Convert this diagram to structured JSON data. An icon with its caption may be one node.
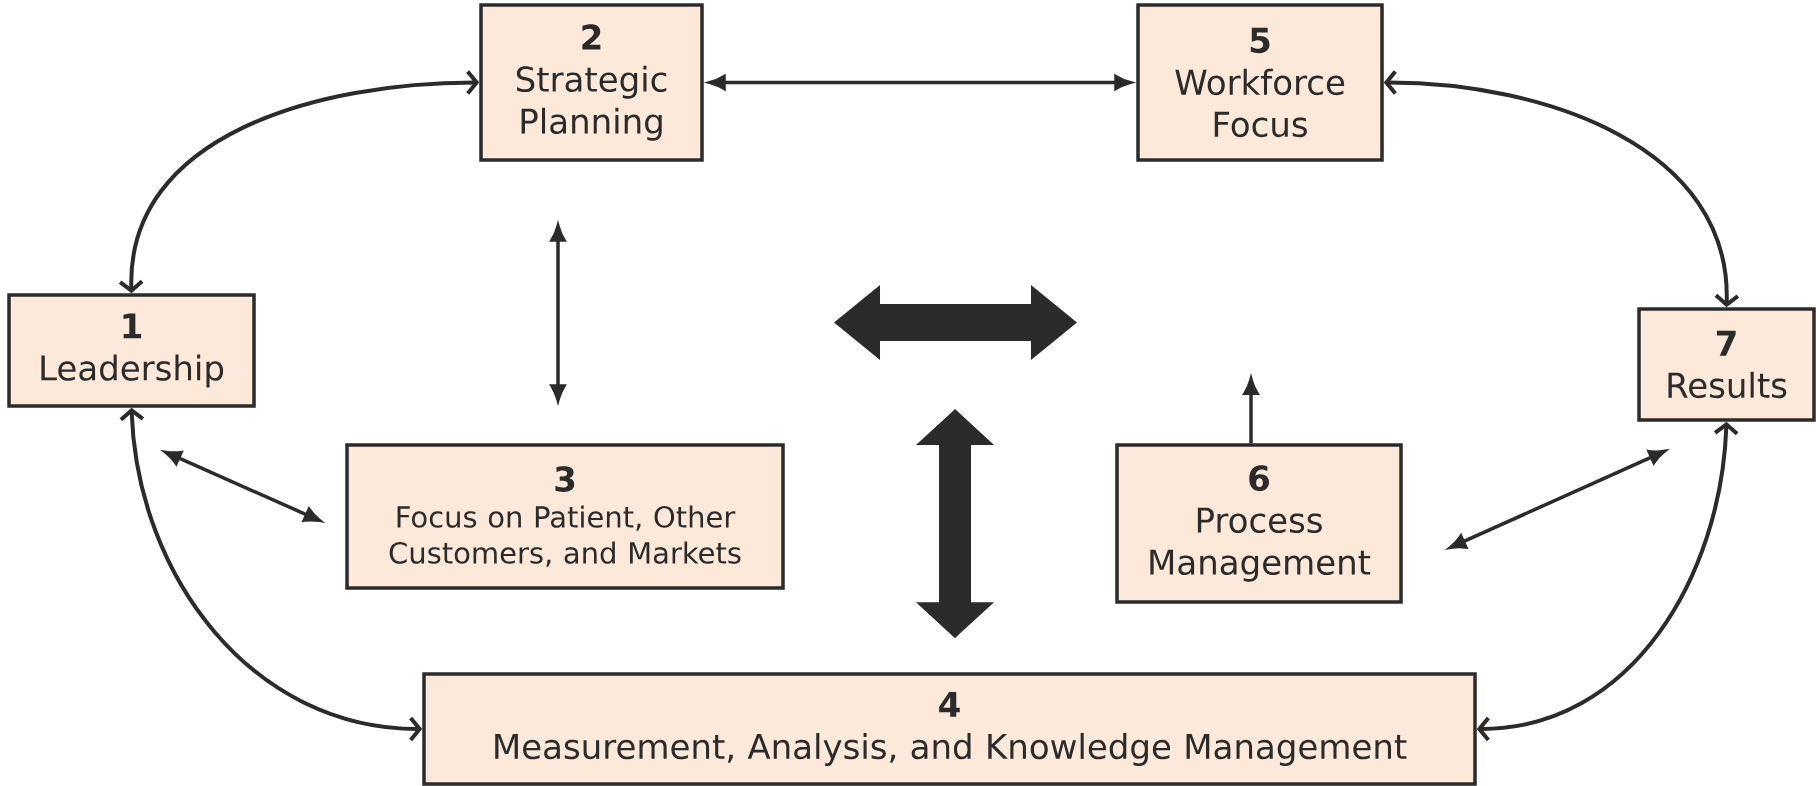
{
  "diagram": {
    "nodes": [
      {
        "text": [
          "1",
          "Leadership"
        ]
      },
      {
        "text": [
          "2",
          "Strategic Planning"
        ]
      },
      {
        "text": [
          "3",
          "Focus on Patient, Other Customers, and Markets"
        ]
      },
      {
        "text": [
          "4",
          "Measurement, Analysis, and Knowledge Management"
        ]
      },
      {
        "text": [
          "5",
          "Workforce Focus"
        ]
      },
      {
        "text": [
          "6",
          "Process Management"
        ]
      },
      {
        "text": [
          "7",
          "Results"
        ]
      }
    ],
    "edges": [
      {
        "from": 0,
        "to": 1,
        "arrow": "both"
      },
      {
        "from": 1,
        "to": 4,
        "arrow": "both"
      },
      {
        "from": 4,
        "to": 6,
        "arrow": "both"
      },
      {
        "from": 0,
        "to": 3,
        "arrow": "both"
      },
      {
        "from": 6,
        "to": 3,
        "arrow": "both"
      },
      {
        "from": 0,
        "to": 2,
        "arrow": "both"
      },
      {
        "from": 5,
        "to": 6,
        "arrow": "both"
      },
      {
        "from": 1,
        "to": 2,
        "arrow": "both"
      },
      {
        "from": null,
        "to": 3,
        "arrow": "both",
        "style": "thick"
      },
      {
        "from": 5,
        "to": null,
        "arrow": "to"
      }
    ]
  }
}
